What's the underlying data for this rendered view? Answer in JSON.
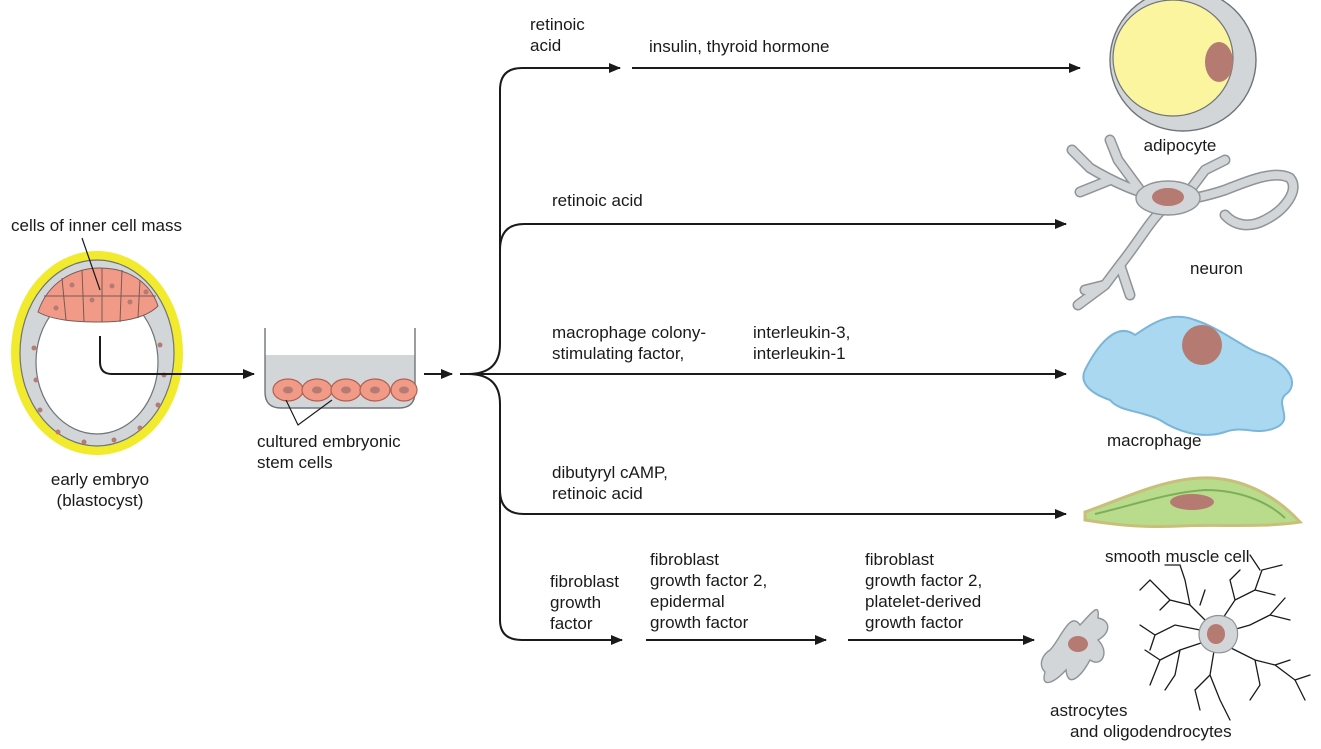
{
  "source_labels": {
    "inner_cell_mass": "cells of inner cell mass",
    "embryo": "early embryo\n(blastocyst)",
    "cultured": "cultured embryonic\nstem cells"
  },
  "pathways": [
    {
      "id": "adipocyte",
      "factors": [
        "retinoic\nacid",
        "insulin, thyroid hormone"
      ],
      "cell_type": "adipocyte"
    },
    {
      "id": "neuron",
      "factors": [
        "retinoic acid"
      ],
      "cell_type": "neuron"
    },
    {
      "id": "macrophage",
      "factors": [
        "macrophage colony-\nstimulating factor,",
        "interleukin-3,\ninterleukin-1"
      ],
      "cell_type": "macrophage"
    },
    {
      "id": "smooth-muscle",
      "factors": [
        "dibutyryl cAMP,\nretinoic acid"
      ],
      "cell_type": "smooth muscle cell"
    },
    {
      "id": "glia",
      "factors": [
        "fibroblast\ngrowth\nfactor",
        "fibroblast\ngrowth factor 2,\nepidermal\ngrowth factor",
        "fibroblast\ngrowth factor 2,\nplatelet-derived\ngrowth factor"
      ],
      "cell_type": "astrocytes\nand oligodendrocytes"
    }
  ],
  "colors": {
    "embryo_ring": "#f2ea2c",
    "cell_gray": "#d3d6d8",
    "inner_cell": "#f09a87",
    "nucleus": "#b57a72",
    "adipocyte_fat": "#fbf5a0",
    "macrophage": "#a9d8f0",
    "muscle": "#9ccc6c",
    "line": "#1a1a1a"
  }
}
